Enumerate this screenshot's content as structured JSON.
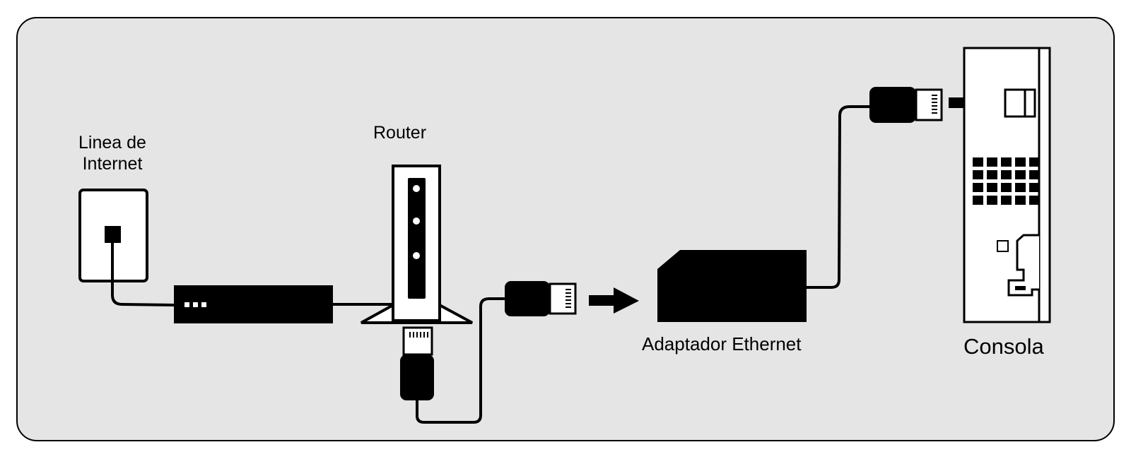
{
  "labels": {
    "internet_line": "Linea de Internet",
    "router": "Router",
    "ethernet_adapter": "Adaptador Ethernet",
    "console": "Consola"
  },
  "colors": {
    "panel_background": "#e5e5e5",
    "device_fill": "#000000",
    "outline": "#000000",
    "device_face": "#ffffff"
  }
}
